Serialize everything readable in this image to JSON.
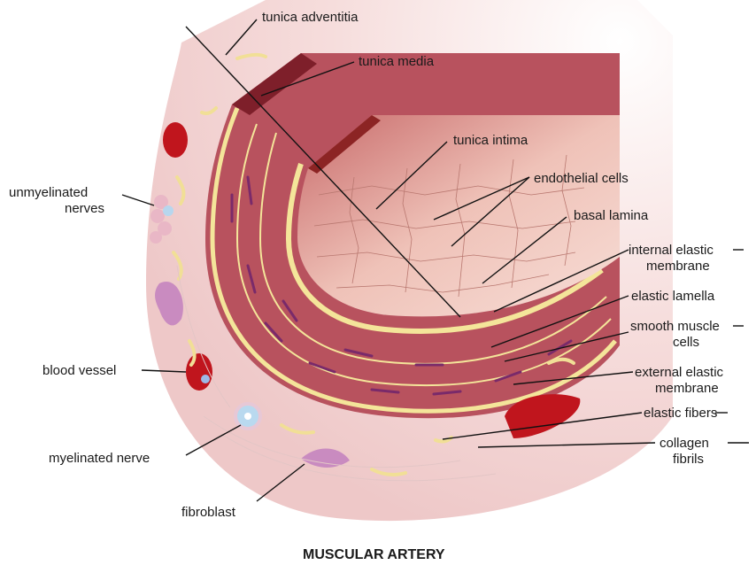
{
  "title": "MUSCULAR ARTERY",
  "labels": {
    "tunica_adventitia": "tunica adventitia",
    "tunica_media": "tunica  media",
    "tunica_intima": "tunica  intima",
    "endothelial_cells": "endothelial cells",
    "basal_lamina": "basal lamina",
    "internal_elastic_membrane": [
      "internal elastic",
      "membrane"
    ],
    "elastic_lamella": "elastic lamella",
    "smooth_muscle_cells": [
      "smooth muscle",
      "cells"
    ],
    "external_elastic_membrane": [
      "external elastic",
      "membrane"
    ],
    "elastic_fibers": "elastic fibers",
    "collagen_fibrils": [
      "collagen",
      "fibrils"
    ],
    "unmyelinated_nerves": [
      "unmyelinated",
      "nerves"
    ],
    "blood_vessel": "blood vessel",
    "myelinated_nerve": "myelinated nerve",
    "fibroblast": "fibroblast"
  },
  "colors": {
    "adventitia": "#f3dada",
    "media_muscle": "#b8525e",
    "muscle_nucleus": "#7a2a6a",
    "elastic_band": "#f4e59a",
    "intima": "#e9b9b2",
    "lumen_edge": "#8c2424",
    "blood": "#c0151d",
    "fibroblast": "#c98bc0"
  }
}
